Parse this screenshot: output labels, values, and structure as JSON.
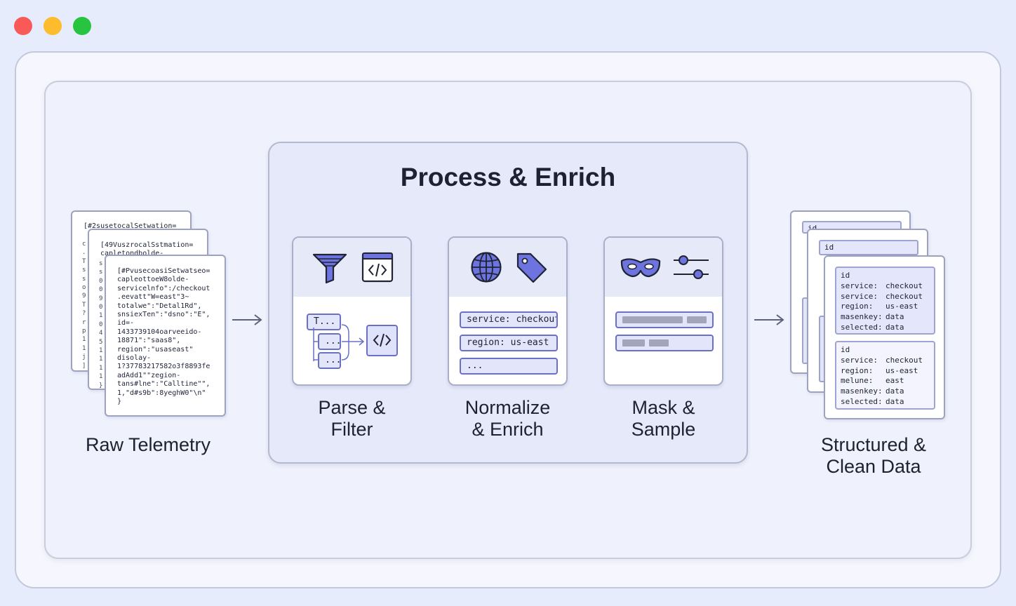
{
  "window": {
    "buttons": [
      "close",
      "minimize",
      "maximize"
    ]
  },
  "colors": {
    "accent": "#6a70c6",
    "icon_fill": "#6d74e0",
    "icon_stroke": "#1f2332",
    "background": "#e6ecfb"
  },
  "process": {
    "title": "Process & Enrich"
  },
  "raw": {
    "label": "Raw Telemetry",
    "back1": "[#2susetocalSetwation=",
    "back2": "[49VuszrocalSstmation=\ncapletondbolde-",
    "front": "[#PvusecoasiSetwatseo=\ncapleottoeW8olde-\nservicelnfo\":/checkout\n.eevatt\"W=east\"3~\ntotalwe\":\"Detal1Rd\",\nsnsiexTen\":\"dsno\":\"E\",\nid=-\n1433739104oarveeido-\n18871\":\"saas8\",\nregion\":\"usaseast\"\ndisolay-\n1?37783217582o3f8893fe\nadAdd1\"\"zegion-\ntans#lne\":\"Calltine\"\",\n1,\"d#s9b\":8yeghW0\"\\n\"\n}"
  },
  "stages": [
    {
      "label": "Parse & Filter",
      "icons": [
        "funnel-icon",
        "code-window-icon"
      ],
      "node_top": "T...",
      "node_mid": "...",
      "node_bot": "...",
      "output_icon": "code-icon"
    },
    {
      "label": "Normalize & Enrich",
      "icons": [
        "globe-icon",
        "tag-icon"
      ],
      "fields": [
        "service: checkout",
        "region: us-east",
        "..."
      ]
    },
    {
      "label": "Mask & Sample",
      "icons": [
        "mask-icon",
        "sliders-icon"
      ]
    }
  ],
  "clean": {
    "label": "Structured & Clean Data",
    "back1_header": "id",
    "back2_header": "id",
    "record1": [
      [
        "id",
        ""
      ],
      [
        "service:",
        "checkout"
      ],
      [
        "service:",
        "checkout"
      ],
      [
        "region:",
        "us-east"
      ],
      [
        "masenkey:",
        "data"
      ],
      [
        "selected:",
        "data"
      ]
    ],
    "record2": [
      [
        "id",
        ""
      ],
      [
        "service:",
        "checkout"
      ],
      [
        "region:",
        "us-east"
      ],
      [
        "melune:",
        "east"
      ],
      [
        "masenkey:",
        "data"
      ],
      [
        "selected:",
        "data"
      ]
    ]
  }
}
